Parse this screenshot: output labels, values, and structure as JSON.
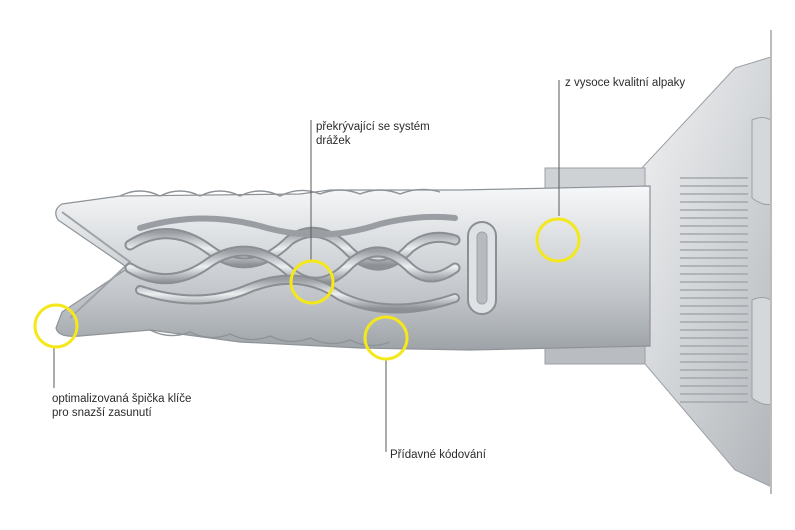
{
  "annotations": {
    "tip": {
      "lines": [
        "optimalizovaná špička klíče",
        "pro snazší zasunutí"
      ]
    },
    "groove": {
      "lines": [
        "překrývající se systém",
        "drážek"
      ]
    },
    "alloy": {
      "lines": [
        "z vysoce kvalitní alpaky"
      ]
    },
    "extra": {
      "lines": [
        "Přídavné kódování"
      ]
    }
  },
  "colors": {
    "marker": "#f4e81c",
    "leader": "#5a5a5a",
    "metal_light": "#eef0f2",
    "metal_mid": "#c4c8cc",
    "metal_dark": "#8a8f94"
  }
}
